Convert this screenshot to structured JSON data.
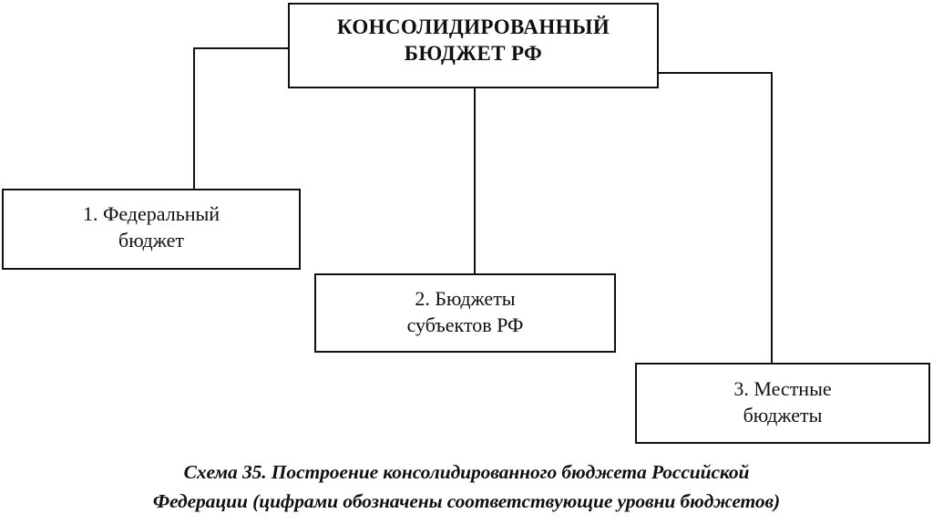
{
  "diagram": {
    "type": "hierarchy-tree",
    "title": "Консолидированный бюджет РФ",
    "colors": {
      "background": "#ffffff",
      "stroke": "#111111",
      "text": "#101010"
    },
    "root": {
      "id": "consolidated-budget",
      "label": "КОНСОЛИДИРОВАННЫЙ\nБЮДЖЕТ РФ"
    },
    "children": [
      {
        "id": "federal-budget",
        "number": "1",
        "label": "1. Федеральный\nбюджет"
      },
      {
        "id": "subjects-budgets",
        "number": "2",
        "label": "2. Бюджеты\nсубъектов РФ"
      },
      {
        "id": "local-budgets",
        "number": "3",
        "label": "3. Местные\nбюджеты"
      }
    ],
    "connectors": [
      {
        "id": "root-to-federal",
        "from": "consolidated-budget",
        "to": "federal-budget",
        "style": "elbow-left"
      },
      {
        "id": "root-to-subjects",
        "from": "consolidated-budget",
        "to": "subjects-budgets",
        "style": "straight-down"
      },
      {
        "id": "root-to-local",
        "from": "consolidated-budget",
        "to": "local-budgets",
        "style": "elbow-right"
      }
    ]
  },
  "caption": {
    "line1": "Схема 35. Построение консолидированного бюджета Российской",
    "line2": "Федерации (цифрами обозначены соответствующие уровни бюджетов)"
  }
}
